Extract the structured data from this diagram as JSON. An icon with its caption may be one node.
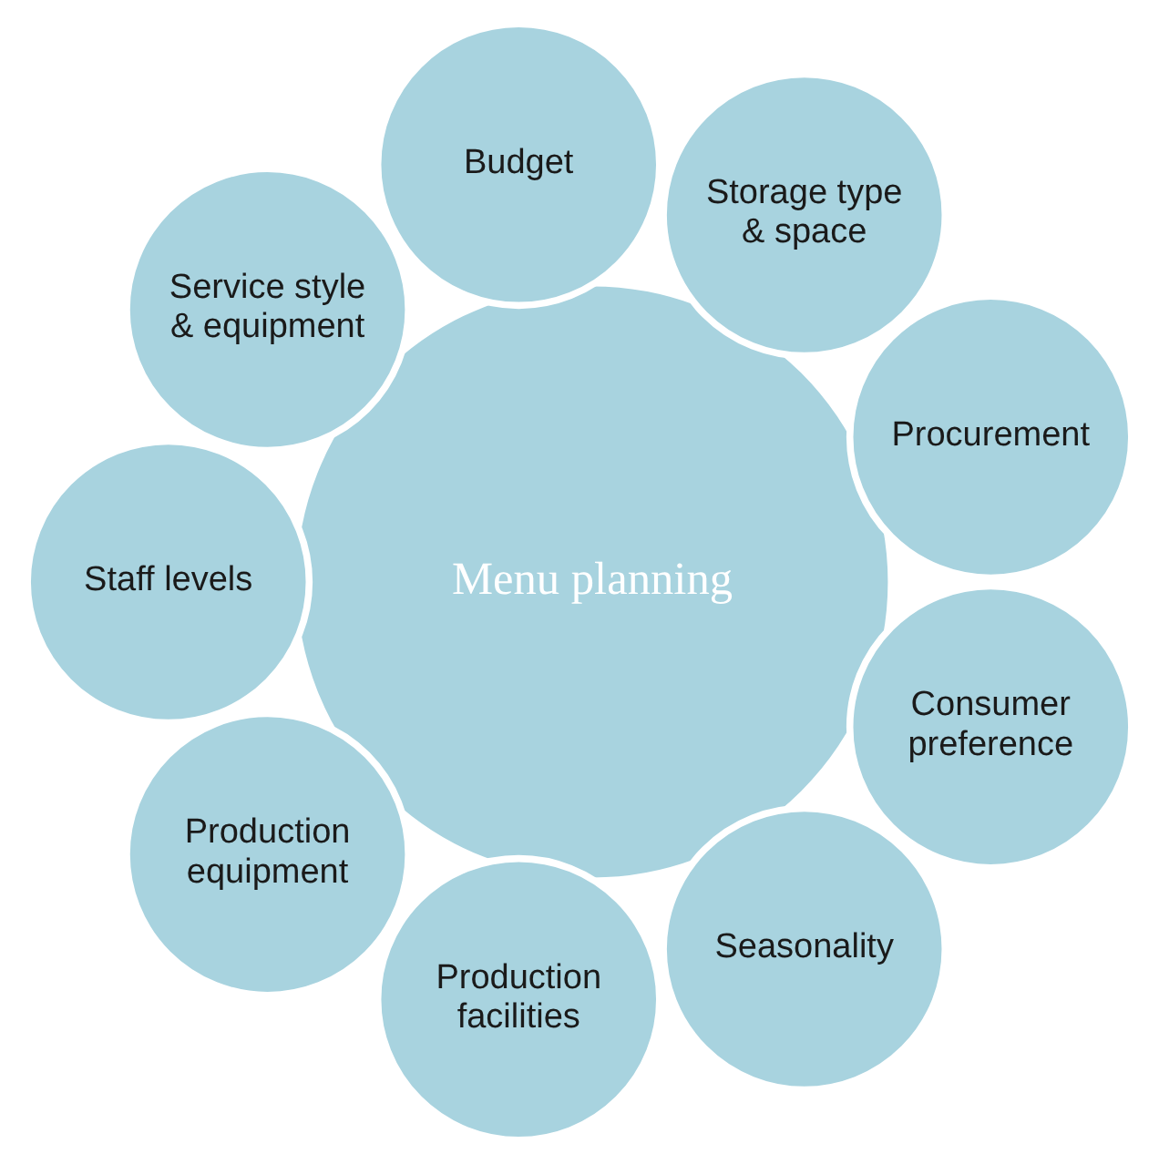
{
  "diagram": {
    "nodes": [
      {
        "text": [
          "Menu planning"
        ]
      },
      {
        "text": [
          "Procurement"
        ]
      },
      {
        "text": [
          "Storage type & space"
        ]
      },
      {
        "text": [
          "Budget"
        ]
      },
      {
        "text": [
          "Service style & equipment"
        ]
      },
      {
        "text": [
          "Staff levels"
        ]
      },
      {
        "text": [
          "Production equipment"
        ]
      },
      {
        "text": [
          "Production facilities"
        ]
      },
      {
        "text": [
          "Seasonality"
        ]
      },
      {
        "text": [
          "Consumer preference"
        ]
      }
    ]
  }
}
